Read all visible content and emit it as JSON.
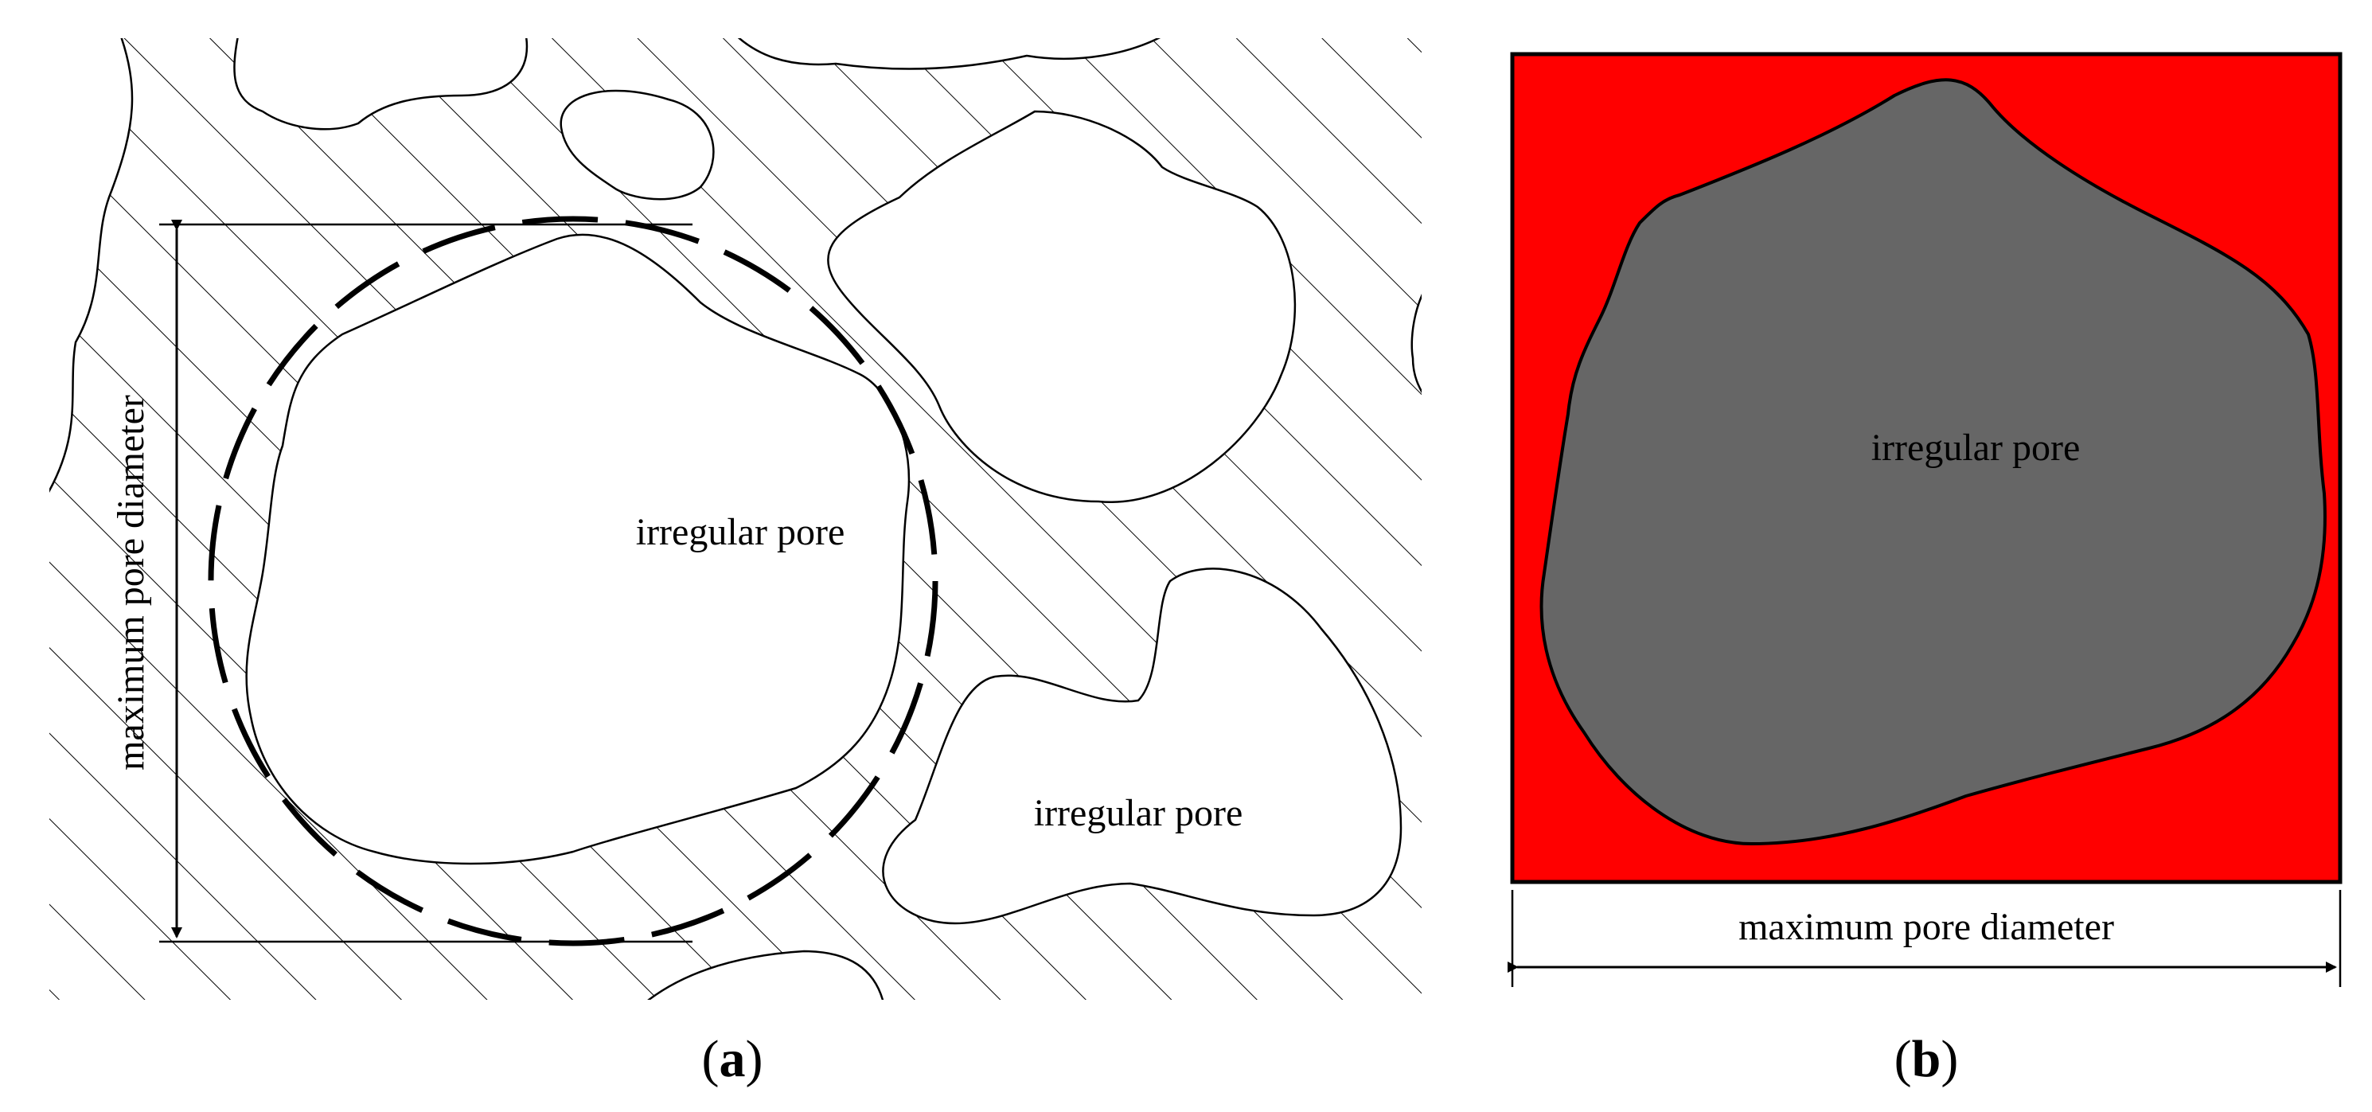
{
  "panel_a": {
    "label_open": "(",
    "label_letter": "a",
    "label_close": ")",
    "dimension_label": "maximum pore diameter",
    "pore_label_main": "irregular pore",
    "pore_label_secondary": "irregular pore"
  },
  "panel_b": {
    "label_open": "(",
    "label_letter": "b",
    "label_close": ")",
    "dimension_label": "maximum pore diameter",
    "pore_label": "irregular pore"
  },
  "colors": {
    "matrix_fill": "#ff0000",
    "pore_fill": "#666666",
    "outline": "#000000",
    "background": "#ffffff"
  }
}
